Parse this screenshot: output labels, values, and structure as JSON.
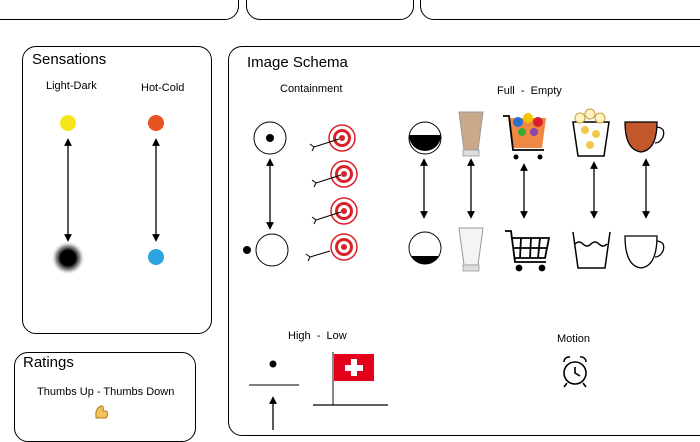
{
  "sensations": {
    "title": "Sensations",
    "light_dark_label": "Light-Dark",
    "hot_cold_label": "Hot-Cold",
    "colors": {
      "yellow": "#f5e51b",
      "orange": "#e8531f",
      "blue": "#2ea3df",
      "black": "#000000"
    }
  },
  "ratings": {
    "title": "Ratings",
    "thumbs_label": "Thumbs Up - Thumbs Down"
  },
  "image_schema": {
    "title": "Image Schema",
    "containment_label": "Containment",
    "full_empty_label": "Full  -  Empty",
    "high_low_label": "High  -  Low",
    "motion_label": "Motion",
    "colors": {
      "target_red": "#d9212a",
      "swiss_red": "#e2001a",
      "tea": "#c2572b",
      "milkshake": "#c9a98a"
    },
    "icons": [
      "dot-in-circle-icon",
      "dot-outside-circle-icon",
      "target-arrow-icon",
      "bowl-full-icon",
      "bowl-empty-icon",
      "glass-full-icon",
      "glass-empty-icon",
      "cart-full-icon",
      "cart-empty-icon",
      "popcorn-full-icon",
      "bucket-empty-icon",
      "teacup-full-icon",
      "teacup-empty-icon",
      "swiss-flag-icon",
      "alarm-clock-icon",
      "thumbs-up-icon"
    ]
  }
}
